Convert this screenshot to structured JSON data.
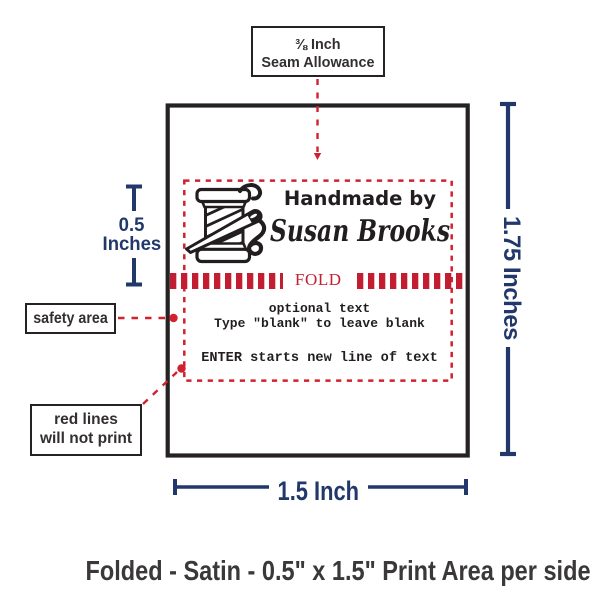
{
  "colors": {
    "ink_black": "#262223",
    "red_line": "#cf212e",
    "red_stripe": "#c21d30",
    "navy_dimension": "#22386b",
    "text_gray": "#3a3839",
    "background": "#ffffff"
  },
  "seam_note": {
    "line1": "⅜ Inch",
    "line2": "Seam Allowance"
  },
  "annotations": {
    "safety_area": "safety area",
    "red_lines_line1": "red lines",
    "red_lines_line2": "will not print"
  },
  "dimensions": {
    "height": "1.75 Inches",
    "width": "1.5 Inch",
    "print_depth_line1": "0.5",
    "print_depth_line2": "Inches"
  },
  "label_preview": {
    "brand_line1": "Handmade by",
    "brand_line2": "Susan Brooks",
    "fold": "FOLD",
    "optional_line1": "optional text",
    "optional_line2": "Type \"blank\" to leave blank",
    "optional_line3": "ENTER starts new line of text"
  },
  "caption": "Folded - Satin - 0.5\" x 1.5\" Print Area per side",
  "icons": {
    "spool": "thread-spool-and-needle-icon"
  }
}
